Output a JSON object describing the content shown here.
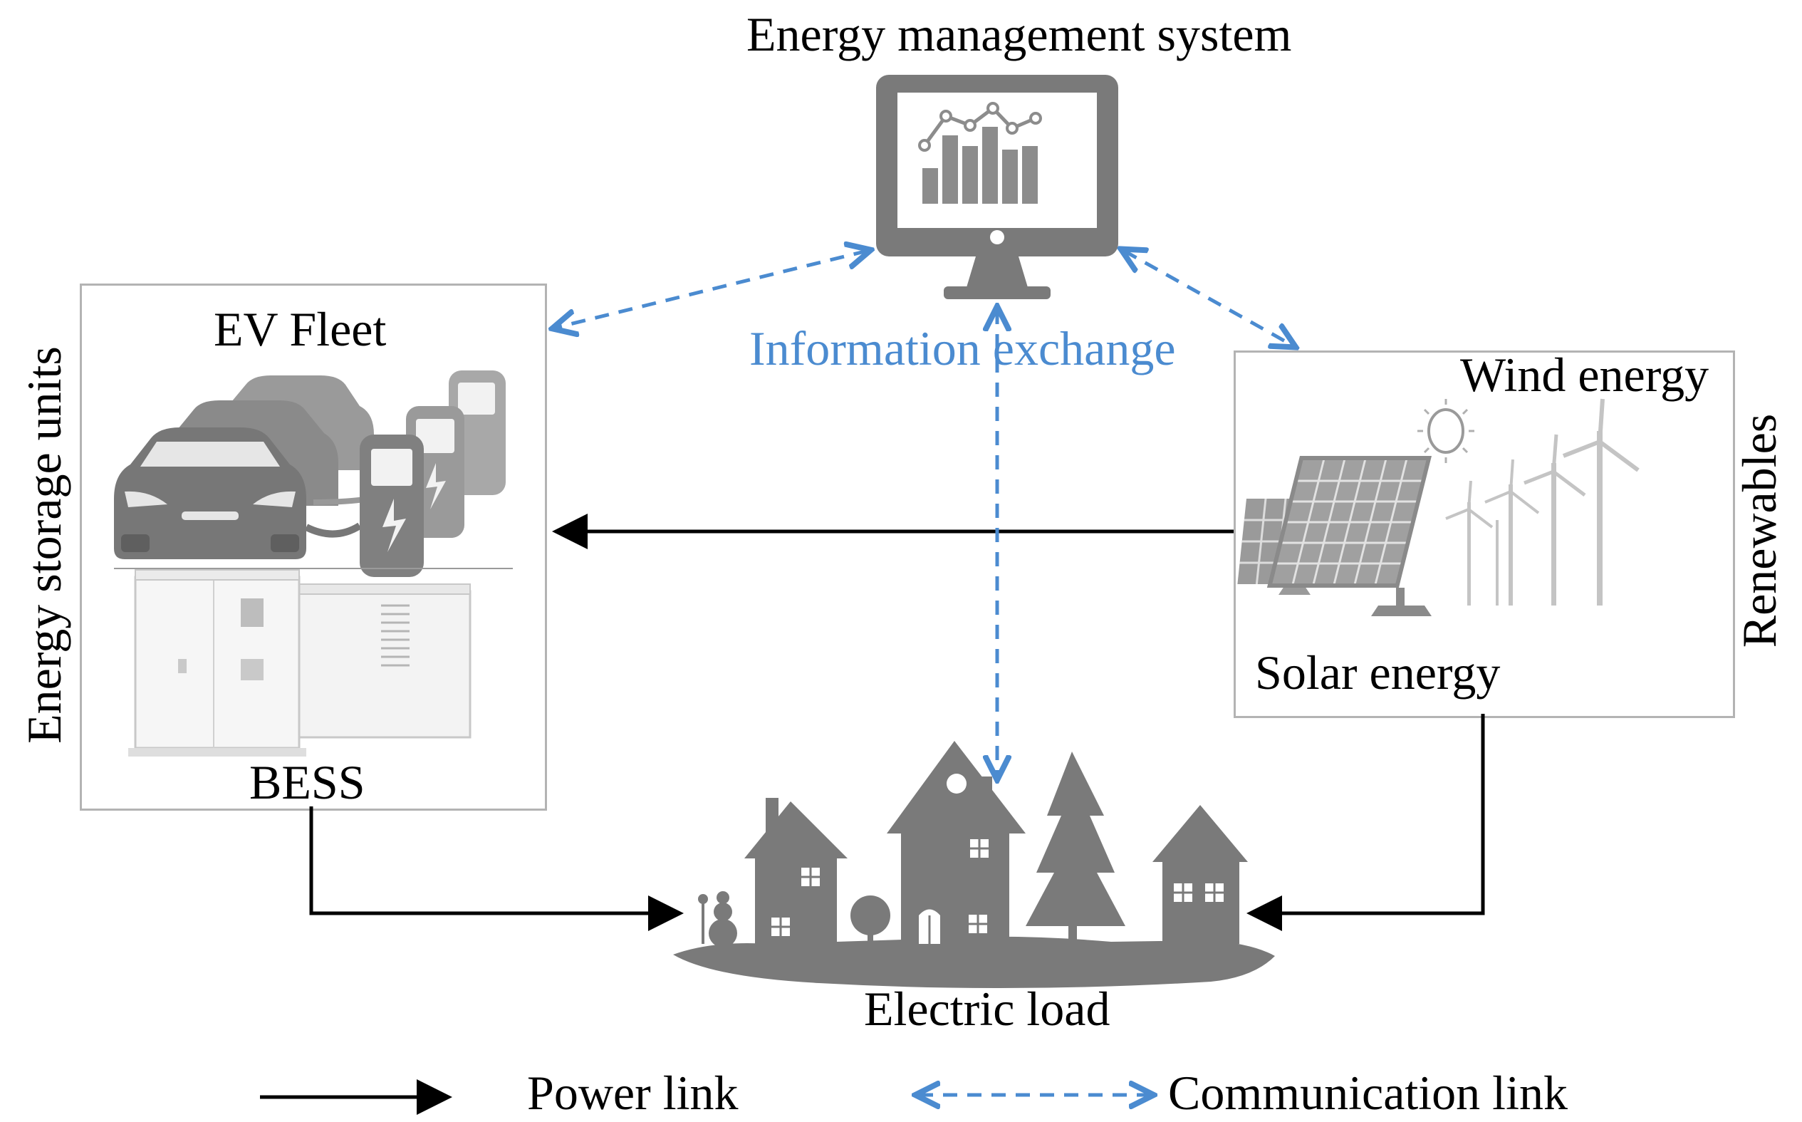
{
  "emS": {
    "title": "Energy management system"
  },
  "info": {
    "label": "Information exchange"
  },
  "storage": {
    "side_label": "Energy storage units",
    "ev_label": "EV Fleet",
    "bess_label": "BESS"
  },
  "renewables": {
    "side_label": "Renewables",
    "wind_label": "Wind energy",
    "solar_label": "Solar energy"
  },
  "load": {
    "label": "Electric load"
  },
  "legend": {
    "power_label": "Power link",
    "comm_label": "Communication link"
  },
  "colors": {
    "icon_gray": "#7a7a7a",
    "comm_blue": "#4b8bd0",
    "power_black": "#000000",
    "box_border": "#b3b3b3"
  }
}
